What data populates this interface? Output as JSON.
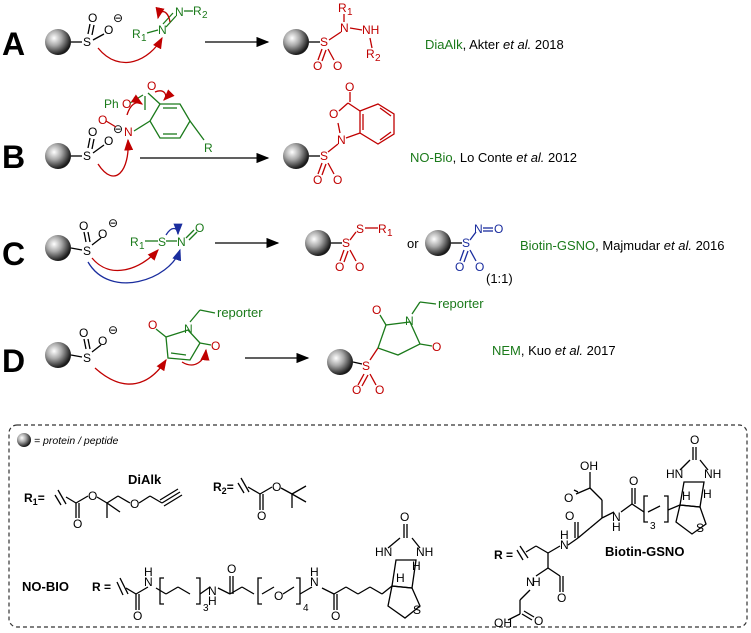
{
  "rows": [
    {
      "letter": "A",
      "probe": "DiaAlk",
      "citation_pre": ", Akter ",
      "citation_etal": "et al.",
      "citation_year": " 2018"
    },
    {
      "letter": "B",
      "probe": "NO-Bio",
      "citation_pre": ", Lo Conte ",
      "citation_etal": "et al.",
      "citation_year": " 2012"
    },
    {
      "letter": "C",
      "probe": "Biotin-GSNO",
      "citation_pre": ", Majmudar ",
      "citation_etal": "et al.",
      "citation_year": " 2016"
    },
    {
      "letter": "D",
      "probe": "NEM",
      "citation_pre": ", Kuo ",
      "citation_etal": "et al.",
      "citation_year": " 2017"
    }
  ],
  "row_c": {
    "or": "or",
    "ratio": "(1:1)"
  },
  "row_d": {
    "reporter": "reporter"
  },
  "atoms": {
    "S": "S",
    "O": "O",
    "N": "N",
    "NH": "NH",
    "HN": "HN",
    "H": "H",
    "R": "R",
    "R1": "R",
    "R2": "R",
    "sub1": "1",
    "sub2": "2",
    "Ph": "Ph",
    "OH": "OH",
    "minus": "⊖"
  },
  "legend": {
    "sphere_text": "= protein / peptide",
    "dialk_title": "DiAlk",
    "r1": "R",
    "r1_sub": "1",
    "r2": "R",
    "r2_sub": "2",
    "nobio_title": "NO-BIO",
    "r_eq": "R =",
    "sub3": "3",
    "sub4": "4",
    "biotin_gsno_title": "Biotin-GSNO"
  }
}
